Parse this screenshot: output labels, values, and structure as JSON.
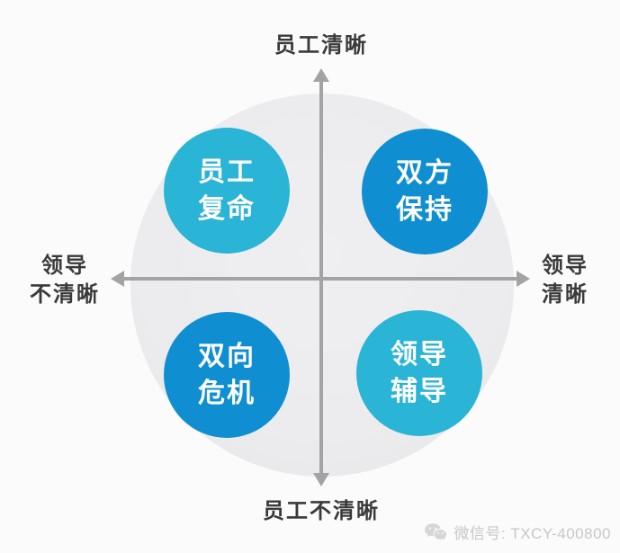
{
  "colors": {
    "cyan": "#2ab4d5",
    "blue": "#0f8ed1",
    "axis_gray": "#a3a3a6",
    "background_circle": "#ececee",
    "label_text": "#3a3a3c",
    "bubble_text": "#ffffff",
    "watermark_text": "#c7c7c9"
  },
  "axes": {
    "top_label": "员工清晰",
    "bottom_label": "员工不清晰",
    "left_label": {
      "line1": "领导",
      "line2": "不清晰"
    },
    "right_label": {
      "line1": "领导",
      "line2": "清晰"
    }
  },
  "quadrants": {
    "top_left": {
      "line1": "员工",
      "line2": "复命",
      "color": "#2ab4d5"
    },
    "top_right": {
      "line1": "双方",
      "line2": "保持",
      "color": "#0f8ed1"
    },
    "bottom_left": {
      "line1": "双向",
      "line2": "危机",
      "color": "#0f8ed1"
    },
    "bottom_right": {
      "line1": "领导",
      "line2": "辅导",
      "color": "#2ab4d5"
    }
  },
  "watermark": {
    "text": "微信号: TXCY-400800"
  }
}
